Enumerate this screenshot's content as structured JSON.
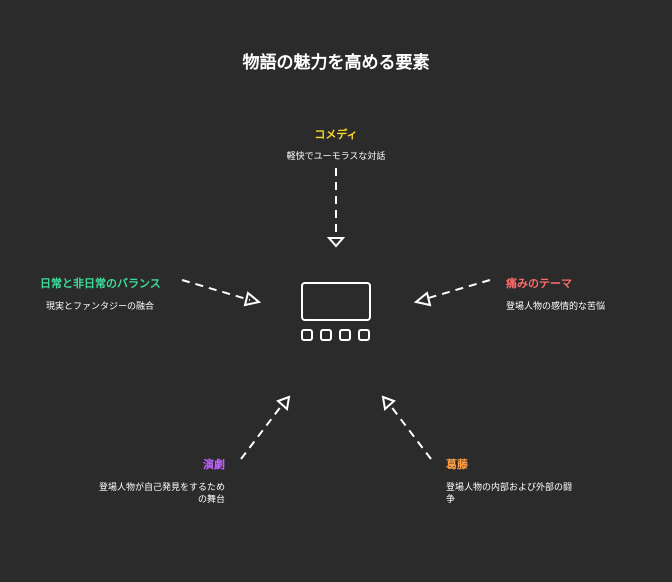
{
  "title": "物語の魅力を高める要素",
  "colors": {
    "background": "#2b2b2b",
    "line": "#ffffff",
    "comedy": "#f5d62a",
    "balance": "#3ddc97",
    "pain": "#ff6b6b",
    "drama": "#c061ff",
    "conflict": "#ff9f43"
  },
  "center_icon": "layout-icon",
  "nodes": {
    "comedy": {
      "label": "コメディ",
      "desc": "軽快でユーモラスな対話"
    },
    "balance": {
      "label": "日常と非日常のバランス",
      "desc": "現実とファンタジーの融合"
    },
    "pain": {
      "label": "痛みのテーマ",
      "desc": "登場人物の感情的な苦悩"
    },
    "drama": {
      "label": "演劇",
      "desc_line1": "登場人物が自己発見をするため",
      "desc_line2": "の舞台"
    },
    "conflict": {
      "label": "葛藤",
      "desc_line1": "登場人物の内部および外部の闘",
      "desc_line2": "争"
    }
  }
}
